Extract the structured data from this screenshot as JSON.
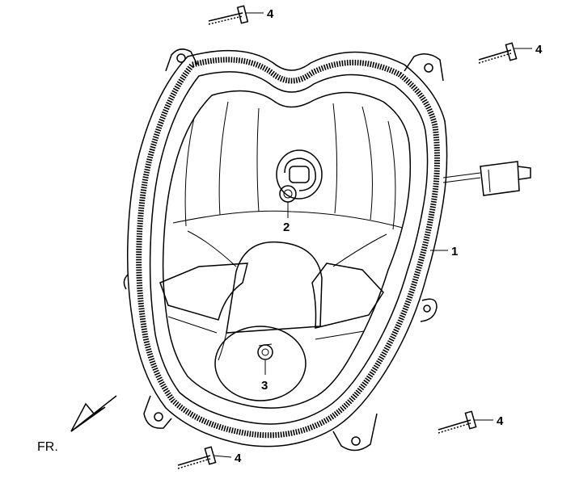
{
  "callouts": {
    "housing": "1",
    "bulb_upper": "2",
    "bulb_lower": "3",
    "screw": "4"
  },
  "orientation": {
    "front_label": "FR."
  },
  "parts": [
    {
      "callout": "1",
      "part": "headlight-housing"
    },
    {
      "callout": "2",
      "part": "position-bulb"
    },
    {
      "callout": "3",
      "part": "headlight-bulb"
    },
    {
      "callout": "4",
      "part": "mounting-screw",
      "quantity_shown": 4
    }
  ],
  "colors": {
    "line": "#000000",
    "background": "#ffffff"
  }
}
